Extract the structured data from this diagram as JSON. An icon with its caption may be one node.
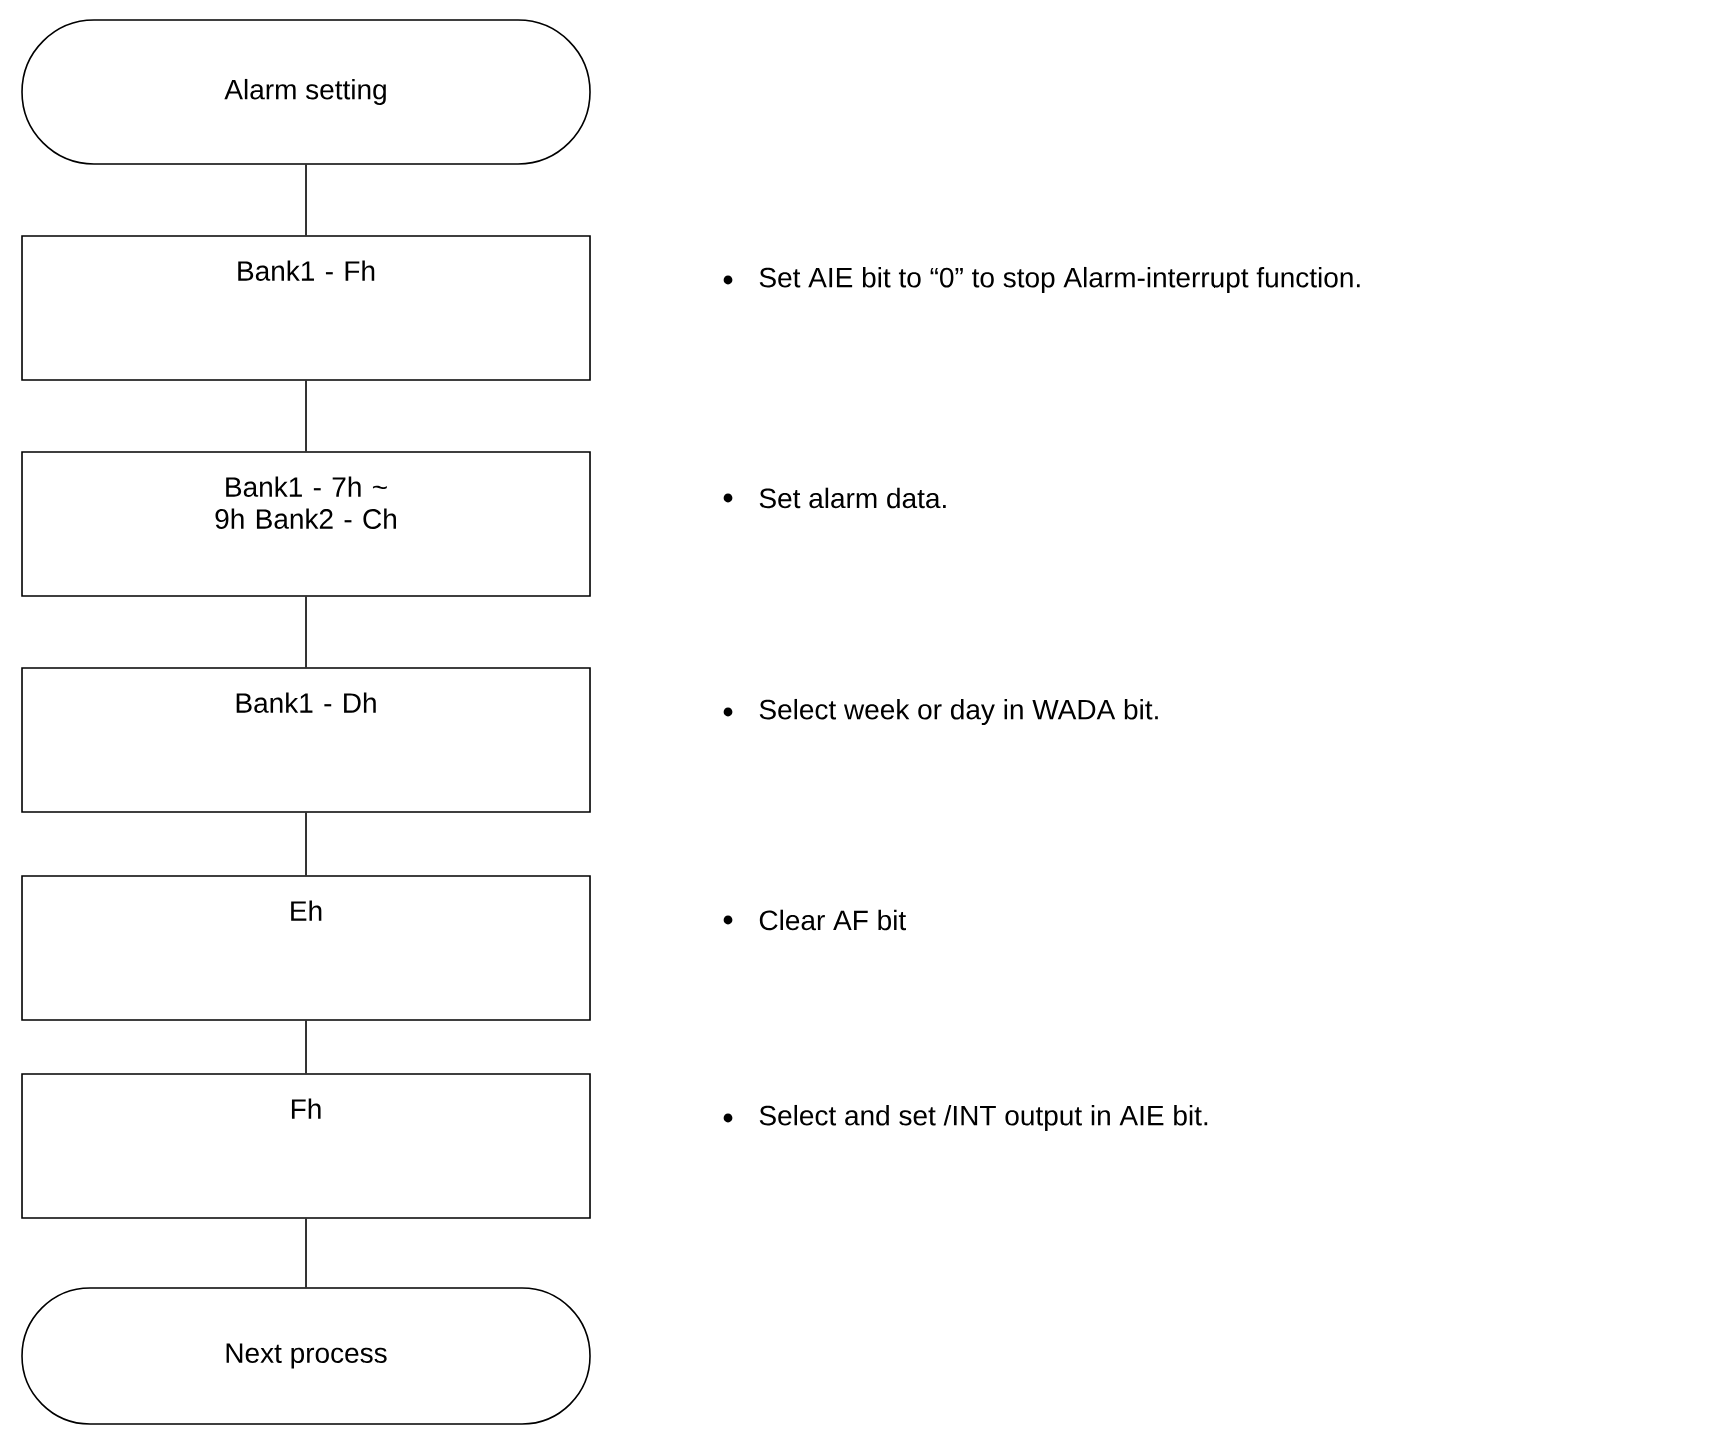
{
  "diagram": {
    "nodes": [
      {
        "text": [
          "Alarm setting"
        ]
      },
      {
        "text": [
          "Bank1 - Fh"
        ]
      },
      {
        "text": [
          "Bank1 - 7h ~ 9h Bank2 - Ch"
        ]
      },
      {
        "text": [
          "Bank1 - Dh"
        ]
      },
      {
        "text": [
          "Eh"
        ]
      },
      {
        "text": [
          "Fh"
        ]
      },
      {
        "text": [
          "Next process"
        ]
      }
    ],
    "edges": [
      {
        "from": 0,
        "to": 1,
        "arrow": "none"
      },
      {
        "from": 1,
        "to": 2,
        "arrow": "none"
      },
      {
        "from": 2,
        "to": 3,
        "arrow": "none"
      },
      {
        "from": 3,
        "to": 4,
        "arrow": "none"
      },
      {
        "from": 4,
        "to": 5,
        "arrow": "none"
      },
      {
        "from": 5,
        "to": 6,
        "arrow": "none"
      }
    ],
    "labels": [
      "Set AIE bit to “0” to stop Alarm-interrupt function.",
      "Set alarm data.",
      "Select week or day in WADA bit.",
      "Clear AF bit",
      "Select and set /INT output in AIE bit."
    ]
  }
}
